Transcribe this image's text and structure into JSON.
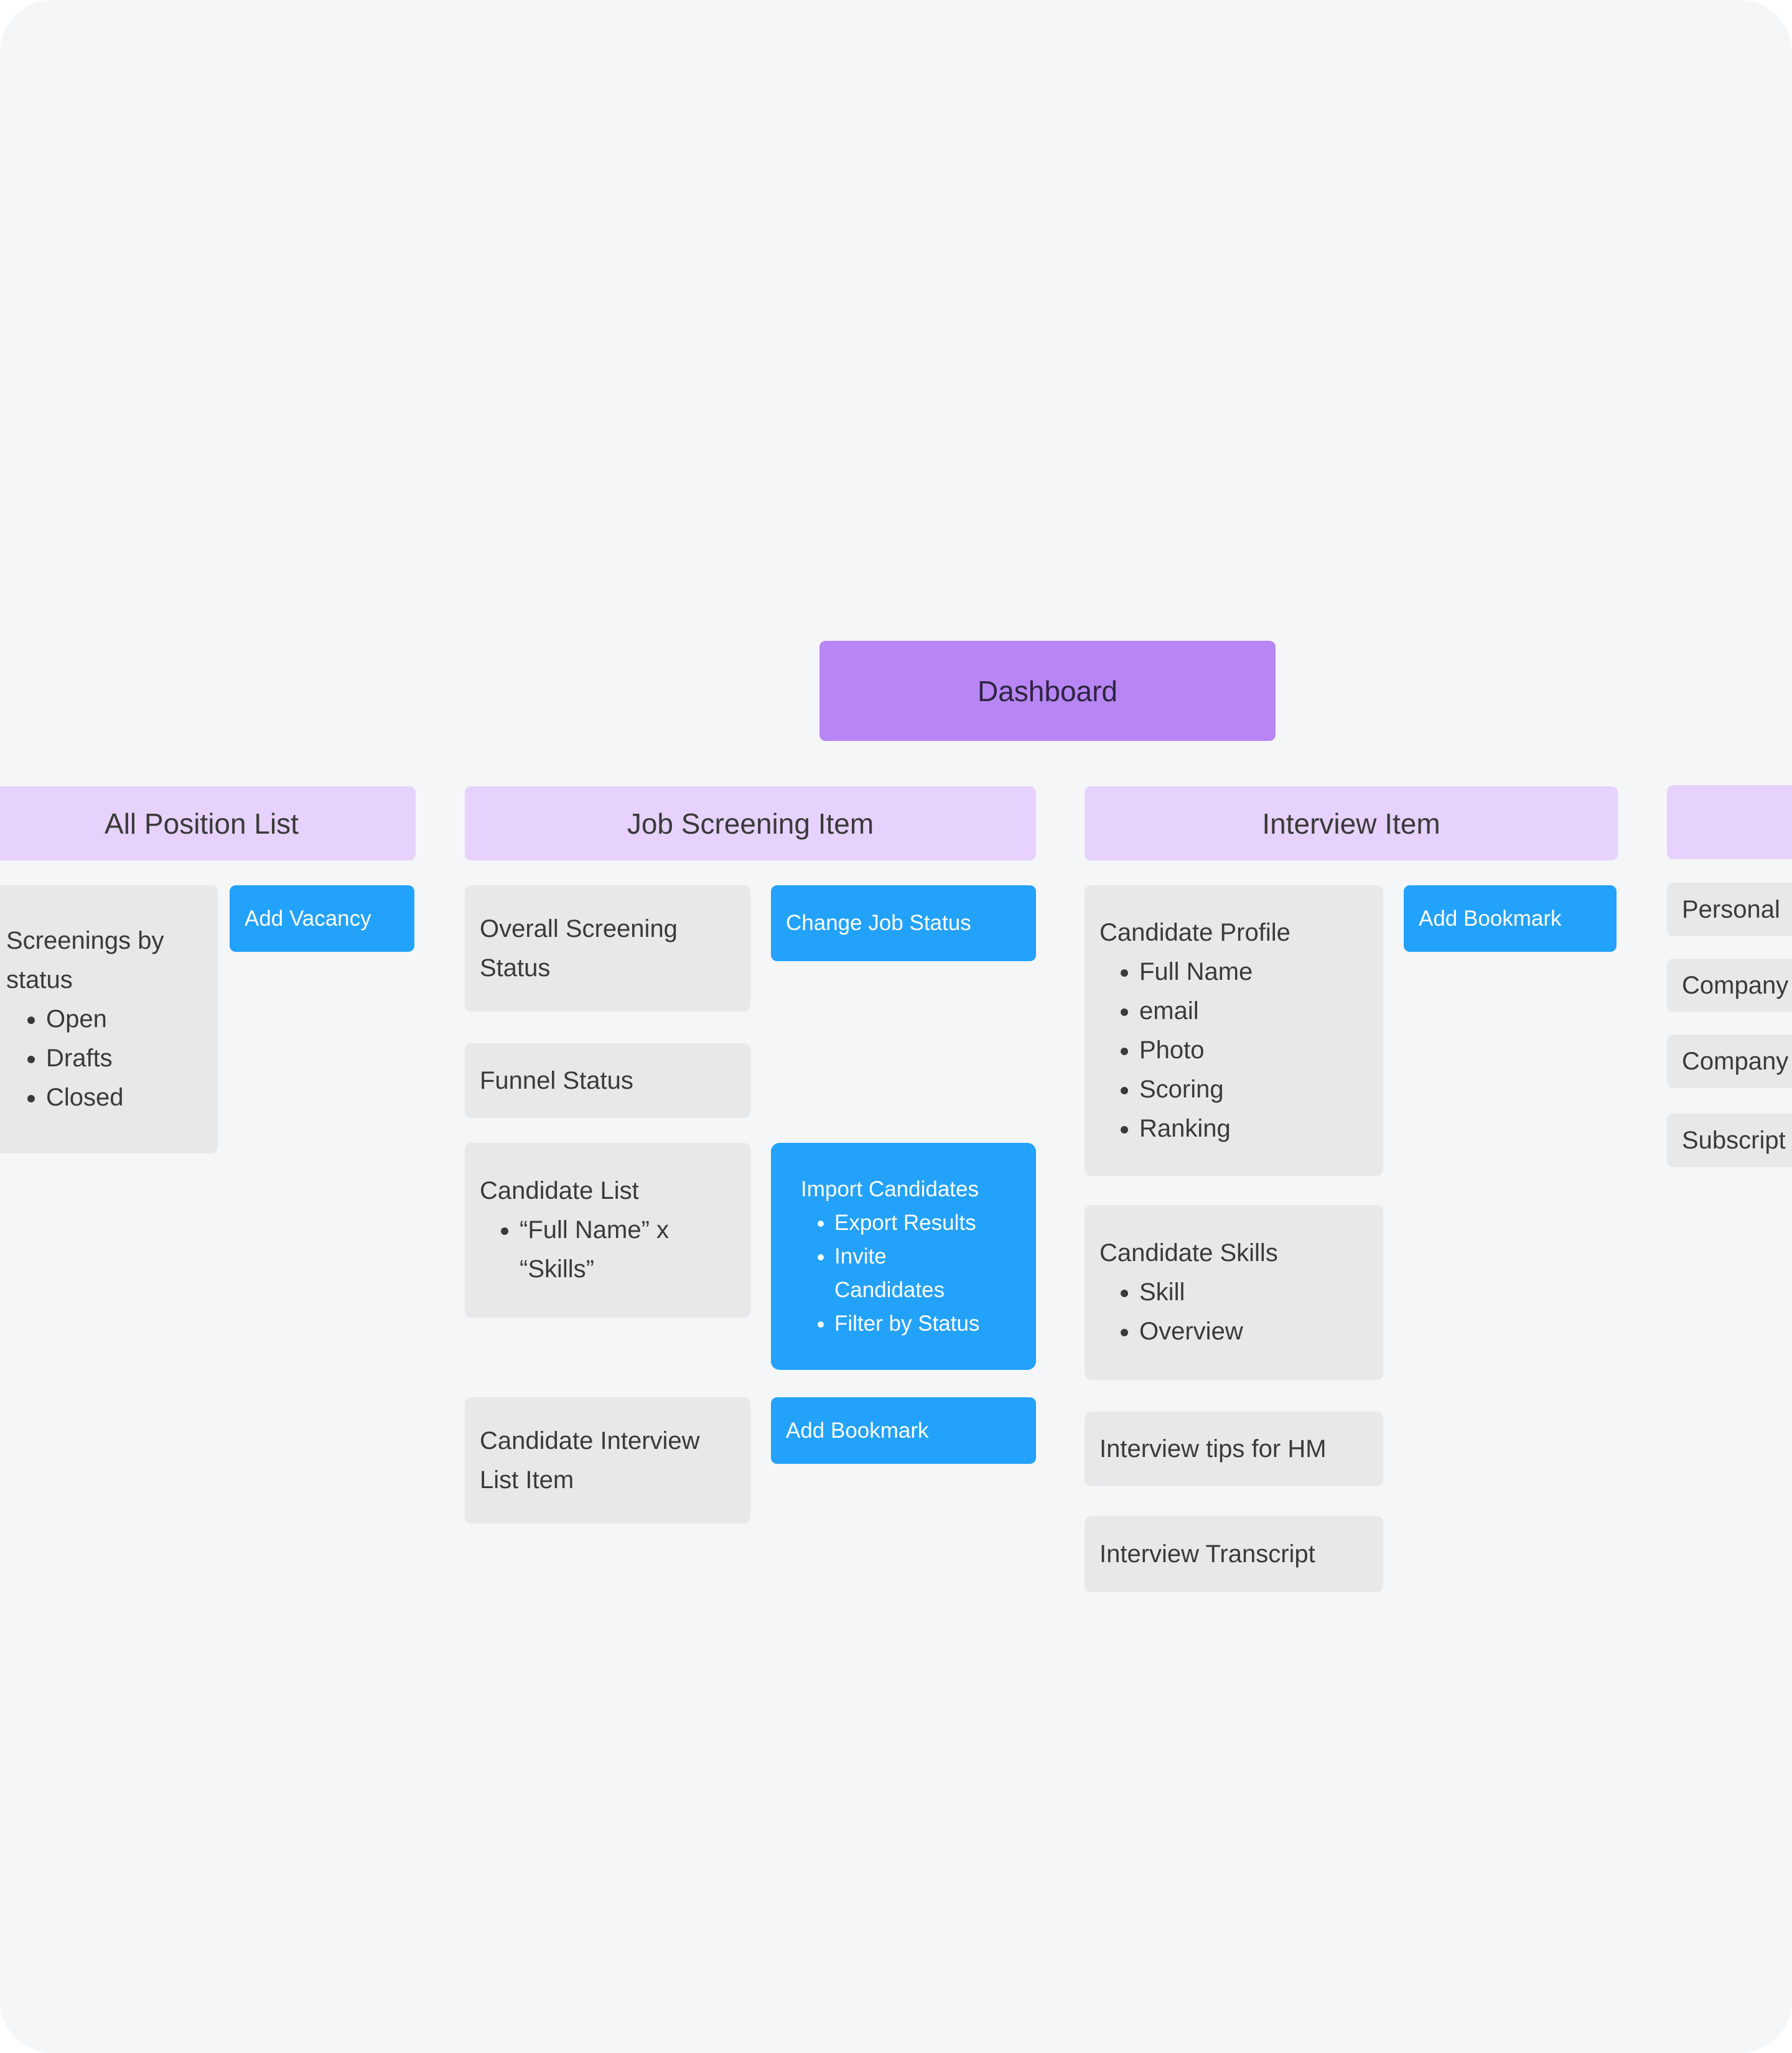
{
  "root": {
    "label": "Dashboard"
  },
  "columns": {
    "all_positions": {
      "header": "All Position List",
      "cards": {
        "screenings": {
          "title_lines": [
            "Screenings by",
            "status"
          ],
          "items": [
            "Open",
            "Drafts",
            "Closed"
          ]
        }
      },
      "actions": {
        "add_vacancy": "Add Vacancy"
      }
    },
    "job_screening": {
      "header": "Job Screening Item",
      "cards": {
        "overall_status": {
          "title_lines": [
            "Overall Screening",
            "Status"
          ]
        },
        "funnel_status": {
          "title": "Funnel Status"
        },
        "candidate_list": {
          "title": "Candidate List",
          "item_lines": [
            "“Full Name” x",
            "“Skills”"
          ]
        },
        "candidate_interview": {
          "title_lines": [
            "Candidate Interview",
            "List Item"
          ]
        }
      },
      "actions": {
        "change_job_status": "Change Job Status",
        "import_group": {
          "title": "Import Candidates",
          "items": [
            "Export Results",
            "Invite",
            "Candidates",
            "Filter by Status"
          ]
        },
        "add_bookmark": "Add Bookmark"
      }
    },
    "interview": {
      "header": "Interview Item",
      "cards": {
        "candidate_profile": {
          "title": "Candidate Profile",
          "items": [
            "Full Name",
            "email",
            "Photo",
            "Scoring",
            "Ranking"
          ]
        },
        "candidate_skills": {
          "title": "Candidate Skills",
          "items": [
            "Skill",
            "Overview"
          ]
        },
        "interview_tips": {
          "title": "Interview tips for HM"
        },
        "interview_transcript": {
          "title": "Interview Transcript"
        }
      },
      "actions": {
        "add_bookmark": "Add Bookmark"
      }
    },
    "fourth": {
      "header": "",
      "cards": {
        "personal": "Personal",
        "company_1": "Company",
        "company_2": "Company",
        "subscription": "Subscript"
      }
    }
  },
  "colors": {
    "canvas": "#f5f6f8",
    "root": "#b885f5",
    "header": "#e6d2fc",
    "card": "#e8e8e8",
    "action": "#23a2fb"
  }
}
